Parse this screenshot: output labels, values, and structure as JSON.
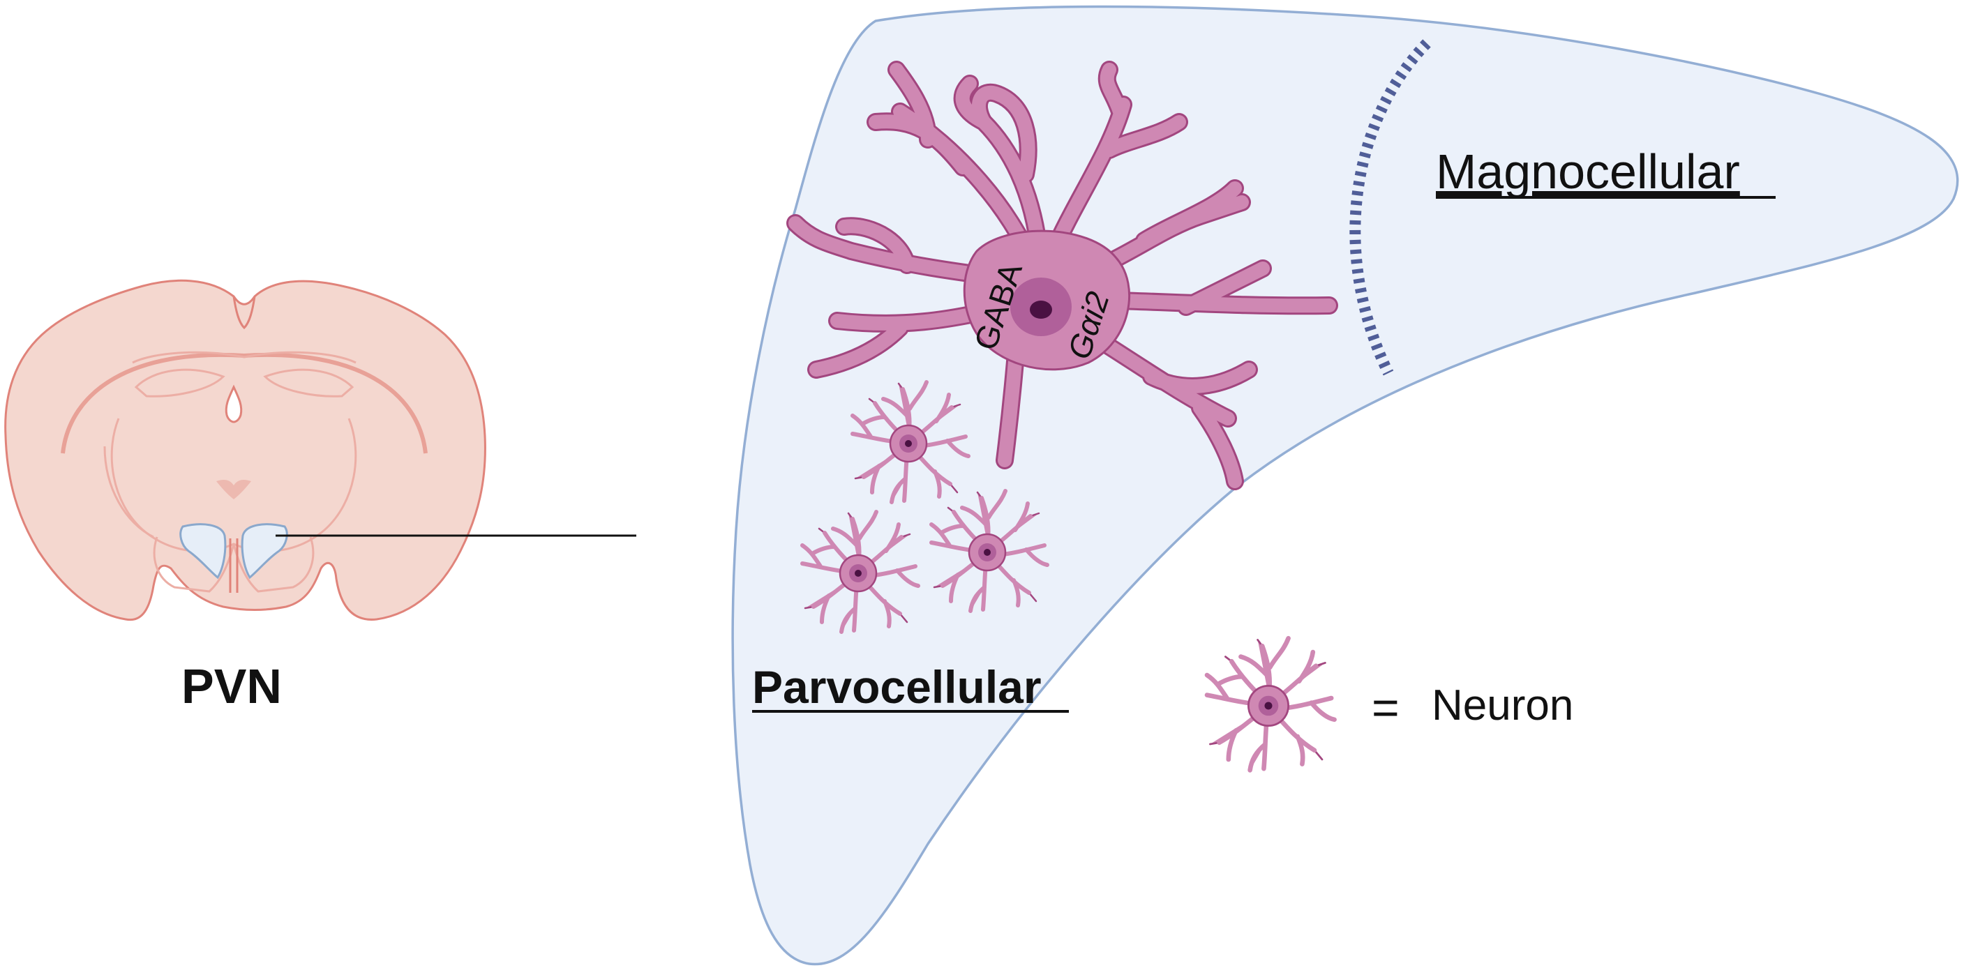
{
  "labels": {
    "region": "PVN",
    "magnocellular": "Magnocellular",
    "parvocellular": "Parvocellular",
    "marker_left": "GABA",
    "marker_right": "Gαi2",
    "legend_equals": "=",
    "legend_term": "Neuron"
  },
  "colors": {
    "brain_fill": "#f4d7cf",
    "brain_stroke": "#e0837a",
    "brain_inner_stroke": "#ecaea5",
    "pvn_fill": "#e6eef8",
    "pvn_stroke": "#8aa8cc",
    "region_fill": "#ebf1fa",
    "region_stroke": "#93aed4",
    "neuron_fill": "#cf88b3",
    "neuron_stroke": "#a2467f",
    "neuron_soma": "#b0609a",
    "neuron_nucleus": "#4a1142",
    "boundary": "#505e98",
    "connector": "#111111"
  },
  "icons": {
    "legend": "neuron-icon"
  }
}
